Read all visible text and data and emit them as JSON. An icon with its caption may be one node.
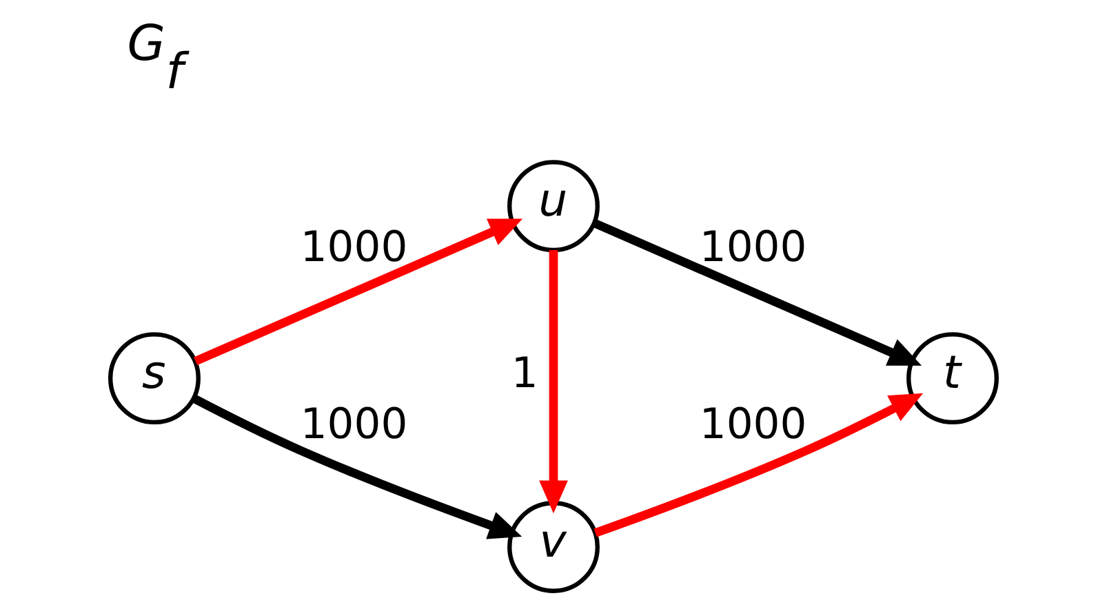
{
  "diagram": {
    "nodes": [
      {
        "text": [
          "s"
        ]
      },
      {
        "text": [
          "u"
        ]
      },
      {
        "text": [
          "v"
        ]
      },
      {
        "text": [
          "t"
        ]
      }
    ],
    "edges": [
      {
        "from": 0,
        "to": 1,
        "arrow": "to",
        "label": "1000"
      },
      {
        "from": 0,
        "to": 2,
        "arrow": "to",
        "label": "1000",
        "color": "#000000"
      },
      {
        "from": 1,
        "to": 2,
        "arrow": "to",
        "label": "1"
      },
      {
        "from": 1,
        "to": 3,
        "arrow": "to",
        "label": "1000",
        "color": "#000000"
      },
      {
        "from": 2,
        "to": 3,
        "arrow": "to",
        "label": "1000"
      }
    ],
    "labels": [
      "G$_{f}$"
    ]
  }
}
